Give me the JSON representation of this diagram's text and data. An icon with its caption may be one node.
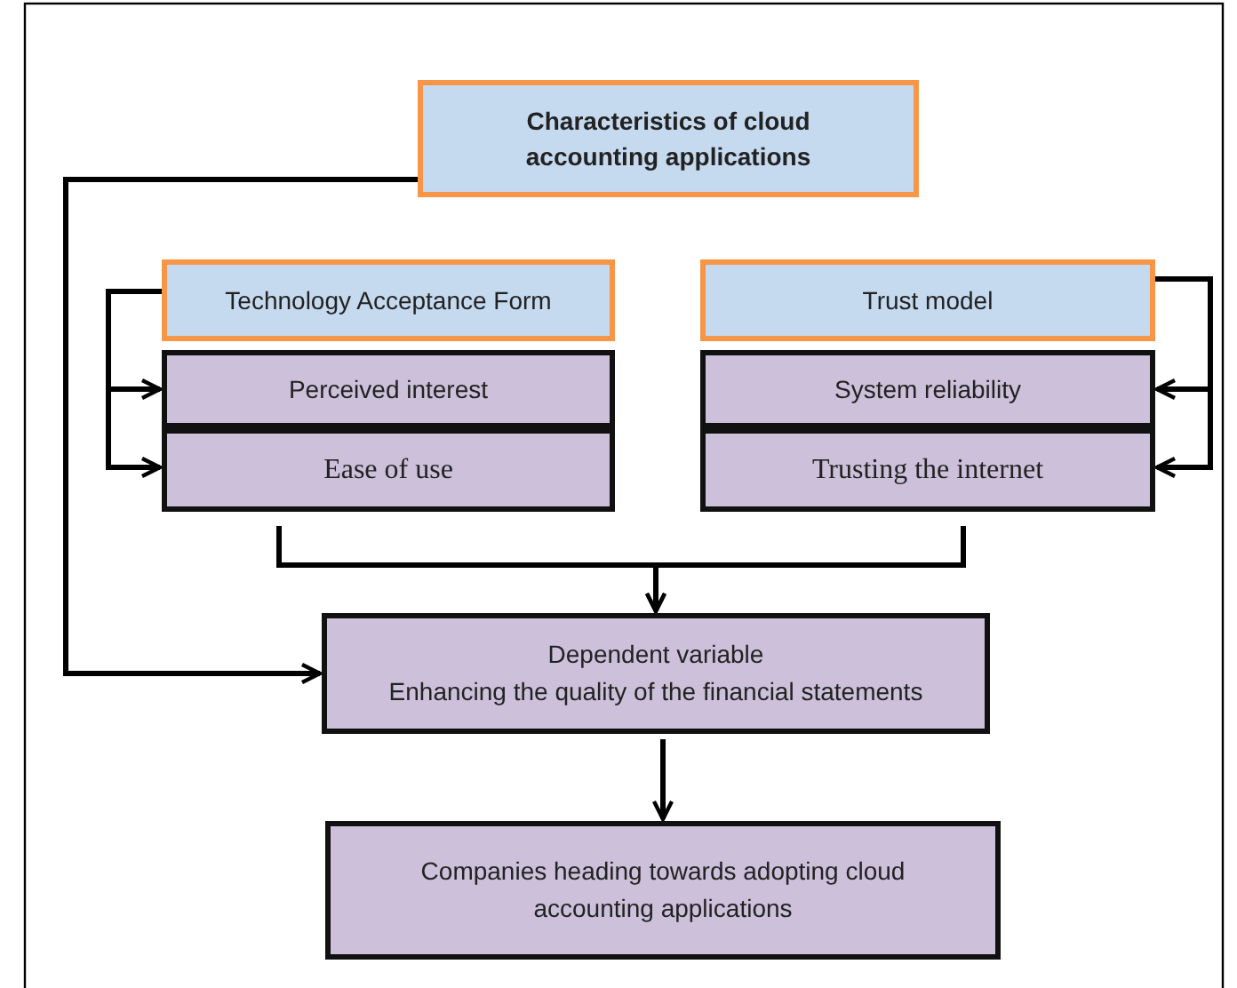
{
  "diagram": {
    "nodes": [
      {
        "text": [
          "Characteristics of cloud accounting applications"
        ]
      },
      {
        "text": [
          "Technology Acceptance Form"
        ]
      },
      {
        "text": [
          "Perceived interest"
        ]
      },
      {
        "text": [
          "Ease of use"
        ]
      },
      {
        "text": [
          "Trust model"
        ]
      },
      {
        "text": [
          "System reliability"
        ]
      },
      {
        "text": [
          "Trusting the internet"
        ]
      },
      {
        "text": [
          "Dependent variable",
          "Enhancing the quality of the financial statements"
        ]
      },
      {
        "text": [
          "Companies heading towards adopting cloud accounting applications"
        ]
      }
    ],
    "edges": [
      {
        "from": 0,
        "to": 7,
        "arrow": "to"
      },
      {
        "from": 1,
        "to": 2,
        "arrow": "to"
      },
      {
        "from": 1,
        "to": 3,
        "arrow": "to"
      },
      {
        "from": 4,
        "to": 5,
        "arrow": "to"
      },
      {
        "from": 4,
        "to": 6,
        "arrow": "to"
      },
      {
        "from": 3,
        "to": 7,
        "arrow": "to"
      },
      {
        "from": 6,
        "to": 7,
        "arrow": "to"
      },
      {
        "from": 7,
        "to": 8,
        "arrow": "to"
      }
    ]
  }
}
